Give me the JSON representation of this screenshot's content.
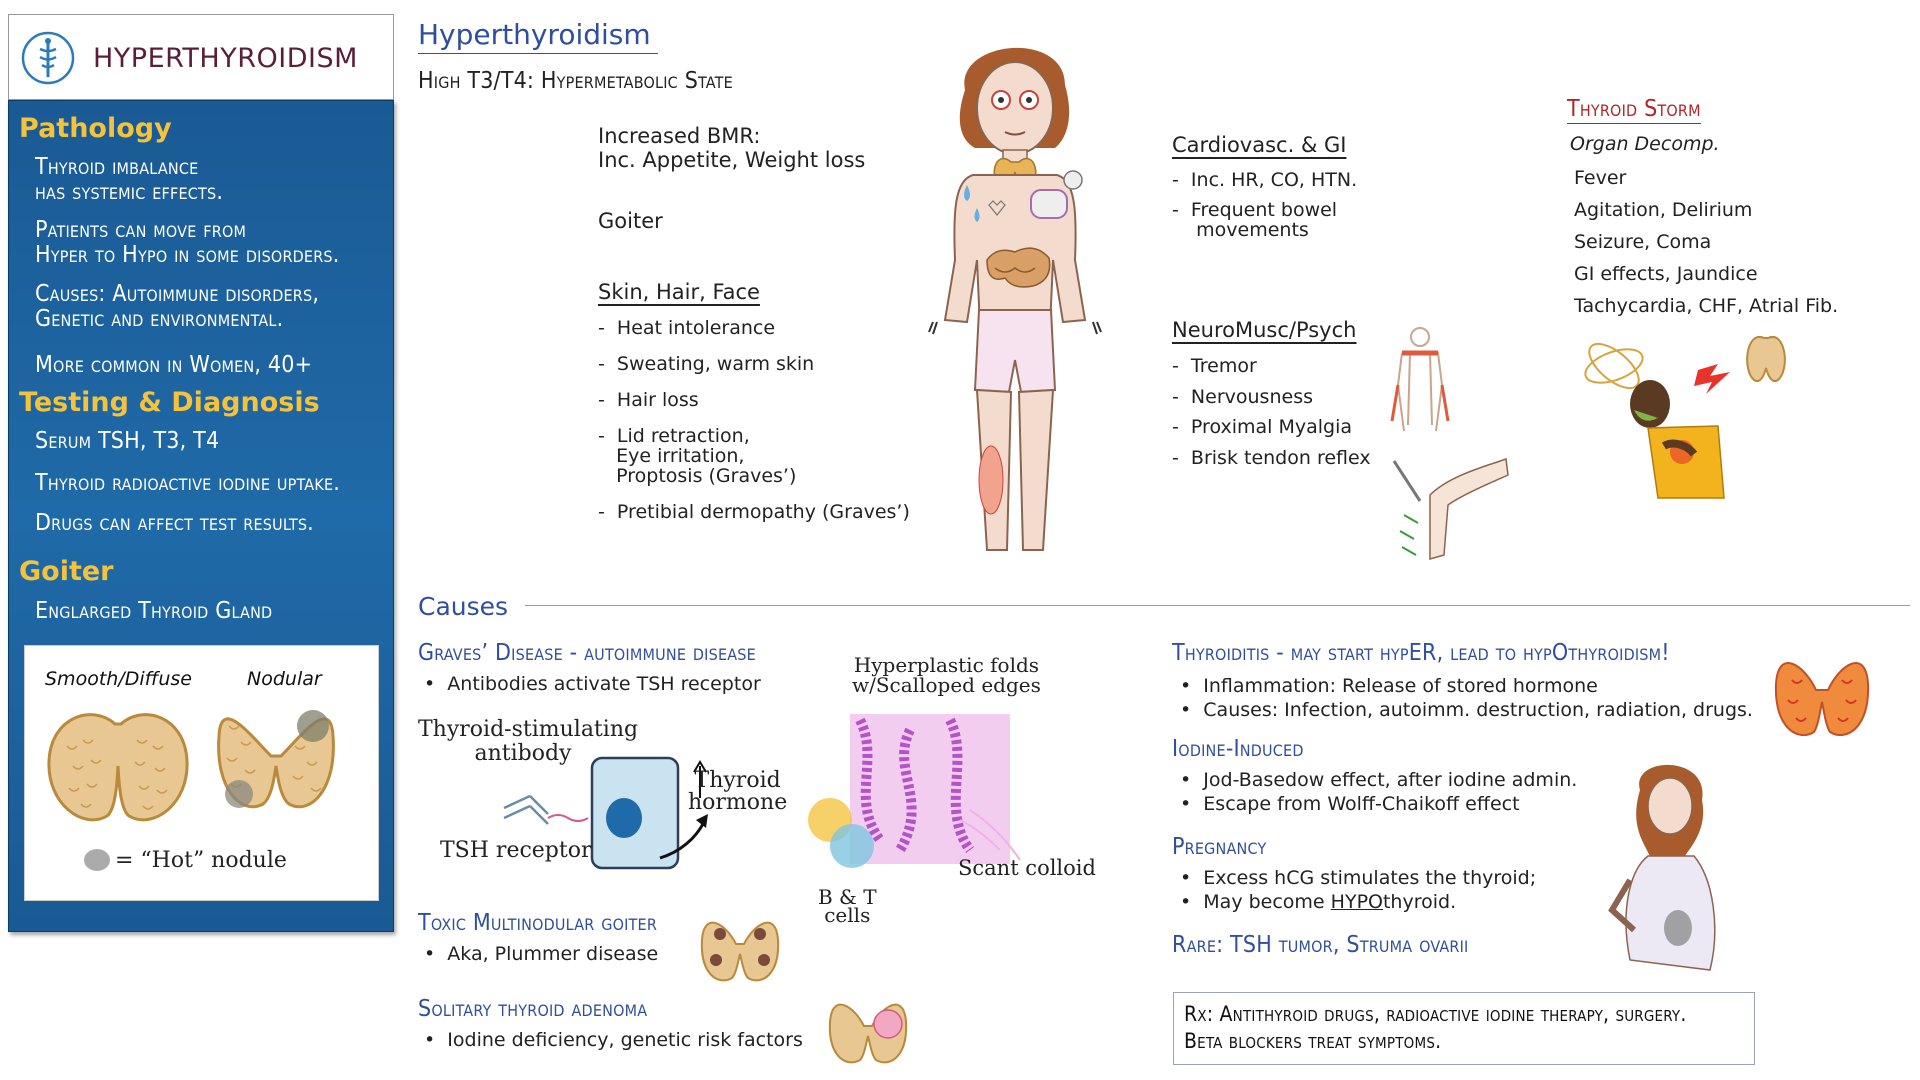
{
  "sidebar": {
    "title": "HYPERTHYROIDISM",
    "pathology": {
      "heading": "Pathology",
      "items": [
        "Thyroid imbalance\nhas systemic effects.",
        "Patients can move from\nHyper to Hypo in some disorders.",
        "Causes: Autoimmune disorders,\nGenetic and environmental.",
        "More common in Women, 40+"
      ]
    },
    "testing": {
      "heading": "Testing  & Diagnosis",
      "items": [
        "Serum TSH, T3, T4",
        "Thyroid radioactive iodine uptake.",
        "Drugs can affect test results."
      ]
    },
    "goiter": {
      "heading": "Goiter",
      "item": "Englarged Thyroid Gland",
      "label_smooth": "Smooth/Diffuse",
      "label_nodular": "Nodular",
      "hot_label": "= “Hot” nodule"
    }
  },
  "main": {
    "title": "Hyperthyroidism",
    "subtitle": "High T3/T4: Hypermetabolic State",
    "bmr": "Increased BMR:\nInc. Appetite, Weight loss",
    "goiter": "Goiter",
    "skin": {
      "heading": "Skin, Hair, Face",
      "items": [
        "-  Heat intolerance",
        "-  Sweating, warm skin",
        "-  Hair loss",
        "-  Lid retraction,\n   Eye irritation,\n   Proptosis (Graves’)",
        "-  Pretibial dermopathy (Graves’)"
      ]
    },
    "cardio": {
      "heading": "Cardiovasc. & GI",
      "items": [
        "-  Inc. HR, CO, HTN.",
        "-  Frequent bowel\n    movements"
      ]
    },
    "neuro": {
      "heading": "NeuroMusc/Psych",
      "items": [
        "-  Tremor",
        "-  Nervousness",
        "-  Proximal Myalgia",
        "-  Brisk tendon reflex"
      ]
    },
    "storm": {
      "heading": "Thyroid Storm",
      "subheading": "Organ Decomp.",
      "items": [
        "Fever",
        "Agitation, Delirium",
        "Seizure, Coma",
        "GI effects, Jaundice",
        "Tachycardia, CHF, Atrial Fib."
      ]
    }
  },
  "causes": {
    "heading": "Causes",
    "graves": {
      "heading": "Graves’ Disease - autoimmune disease",
      "item": "•  Antibodies activate TSH receptor",
      "diagram": {
        "antibody_label": "Thyroid-stimulating\nantibody",
        "receptor_label": "TSH receptor",
        "hormone_label": "Thyroid\nhormone",
        "folds_label": "Hyperplastic folds\nw/Scalloped edges",
        "colloid_label": "Scant colloid",
        "cells_label": "B & T\ncells"
      }
    },
    "toxic": {
      "heading": "Toxic Multinodular goiter",
      "item": "•  Aka, Plummer disease"
    },
    "solitary": {
      "heading": "Solitary thyroid adenoma",
      "item": "•  Iodine deficiency, genetic risk factors"
    },
    "thyroiditis": {
      "heading": "Thyroiditis - may start hypER, lead to hypOthyroidism!",
      "items": [
        "•  Inflammation: Release of stored hormone",
        "•  Causes: Infection, autoimm. destruction, radiation, drugs."
      ]
    },
    "iodine": {
      "heading": "Iodine-Induced",
      "items": [
        "•  Jod-Basedow effect, after iodine admin.",
        "•  Escape from Wolff-Chaikoff effect"
      ]
    },
    "pregnancy": {
      "heading": "Pregnancy",
      "item1": "•  Excess hCG stimulates the thyroid;",
      "item2_pre": "•  May become ",
      "item2_u": "HYPO",
      "item2_post": "thyroid."
    },
    "rare": "Rare: TSH tumor, Struma ovarii",
    "rx": "Rx: Antithyroid drugs, radioactive iodine therapy, surgery.\nBeta blockers treat symptoms."
  },
  "colors": {
    "sidebar_blue": "#1f6aa8",
    "sidebar_heading": "#f4c23c",
    "title_blue": "#2f4f9e",
    "storm_red": "#b0242a",
    "thyroid_tan": "#e6c48a"
  }
}
